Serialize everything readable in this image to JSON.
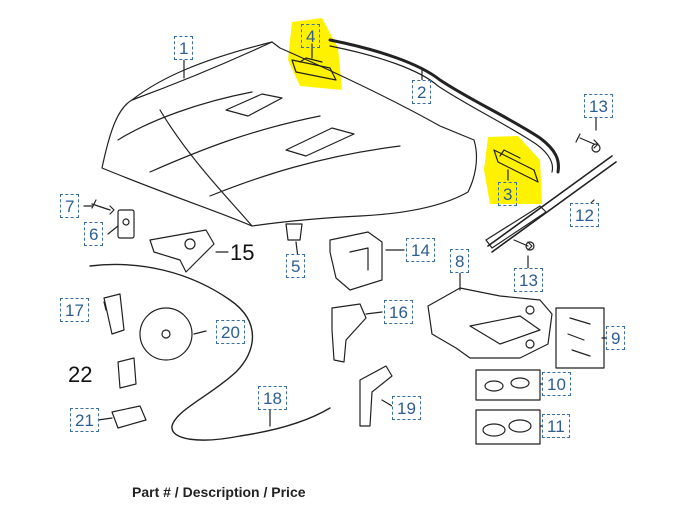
{
  "callouts": {
    "c1": "1",
    "c2": "2",
    "c3": "3",
    "c4": "4",
    "c5": "5",
    "c6": "6",
    "c7": "7",
    "c8": "8",
    "c9": "9",
    "c10": "10",
    "c11": "11",
    "c12": "12",
    "c13a": "13",
    "c13b": "13",
    "c14": "14",
    "c16": "16",
    "c17": "17",
    "c18": "18",
    "c19": "19",
    "c20": "20",
    "c21": "21"
  },
  "plain_labels": {
    "c15": "15",
    "c22": "22"
  },
  "footer": {
    "caption": "Part # / Description / Price"
  },
  "colors": {
    "highlight": "#fff200",
    "callout_border": "#3a6ea5",
    "callout_text": "#2d5d91",
    "line": "#222222"
  }
}
